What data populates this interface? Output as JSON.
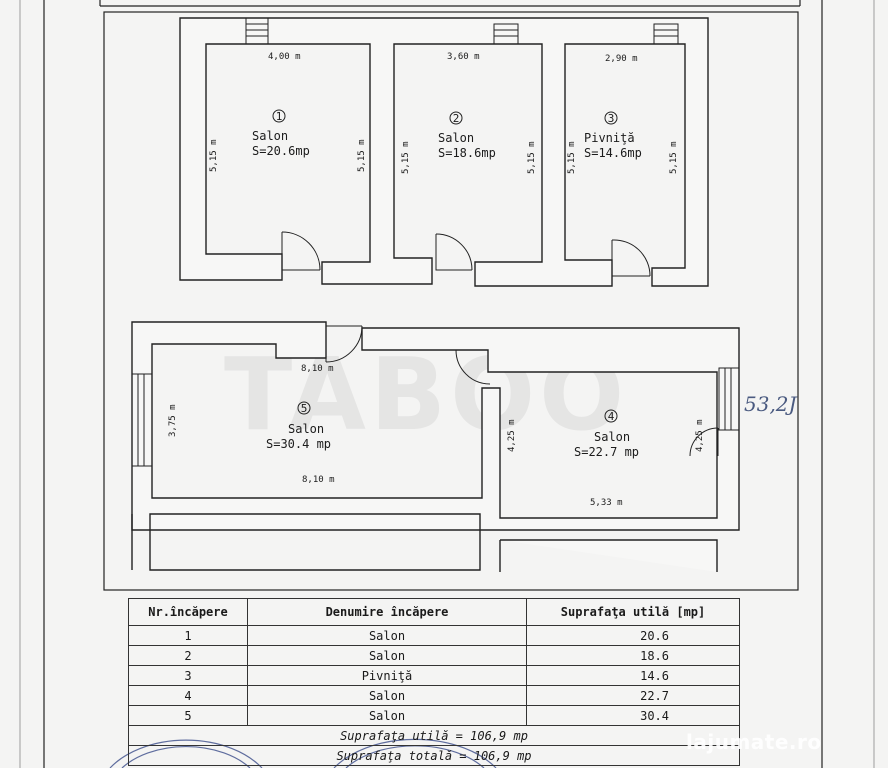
{
  "plan": {
    "rooms": [
      {
        "num": "1",
        "name": "Salon",
        "area": "S=20.6mp",
        "dim_top": "4,00 m",
        "dim_left": "5,15 m",
        "dim_right": "5,15 m"
      },
      {
        "num": "2",
        "name": "Salon",
        "area": "S=18.6mp",
        "dim_top": "3,60 m",
        "dim_left": "5,15 m",
        "dim_right": "5,15 m"
      },
      {
        "num": "3",
        "name": "Pivniţă",
        "area": "S=14.6mp",
        "dim_top": "2,90 m",
        "dim_left": "5,15 m",
        "dim_right": "5,15 m"
      },
      {
        "num": "4",
        "name": "Salon",
        "area": "S=22.7 mp",
        "dim_left": "4,25 m",
        "dim_right": "4,25 m",
        "dim_bottom": "5,33 m"
      },
      {
        "num": "5",
        "name": "Salon",
        "area": "S=30.4 mp",
        "dim_top": "8,10 m",
        "dim_left": "3,75 m",
        "dim_bottom": "8,10 m"
      }
    ],
    "handwritten_note": "53,2J"
  },
  "table": {
    "headers": [
      "Nr.încăpere",
      "Denumire încăpere",
      "Suprafaţa utilă [mp]"
    ],
    "rows": [
      {
        "nr": "1",
        "name": "Salon",
        "area": "20.6"
      },
      {
        "nr": "2",
        "name": "Salon",
        "area": "18.6"
      },
      {
        "nr": "3",
        "name": "Pivniţă",
        "area": "14.6"
      },
      {
        "nr": "4",
        "name": "Salon",
        "area": "22.7"
      },
      {
        "nr": "5",
        "name": "Salon",
        "area": "30.4"
      }
    ],
    "total_useful": "Suprafaţa utilă = 106,9 mp",
    "total_total": "Suprafaţa totală = 106,9 mp"
  },
  "watermarks": {
    "center": "TABOO",
    "corner": "lajumate.ro"
  }
}
